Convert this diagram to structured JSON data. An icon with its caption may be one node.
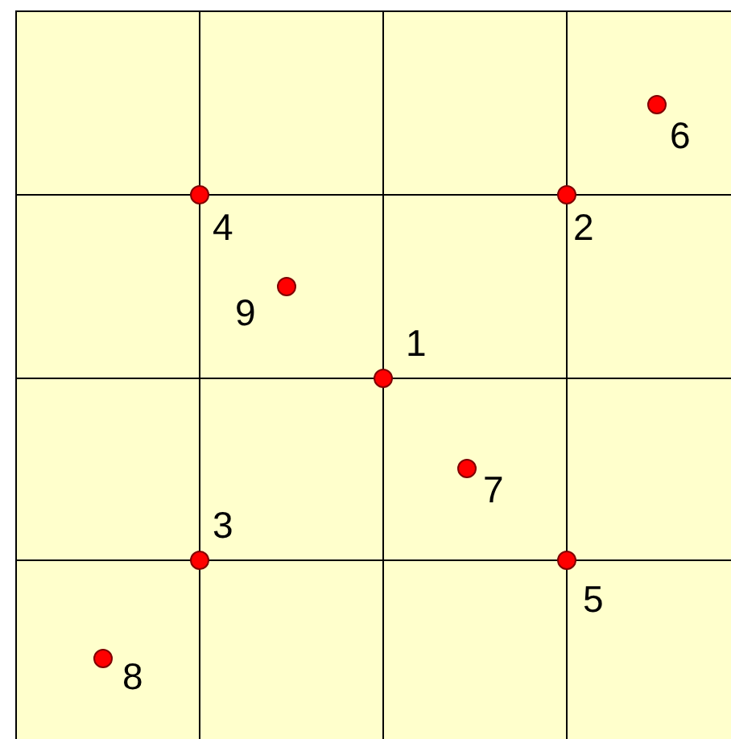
{
  "diagram": {
    "nodes": [
      {
        "text": [],
        "shape": "circle",
        "beside": [
          "1"
        ]
      },
      {
        "text": [],
        "shape": "circle",
        "beside": [
          "2"
        ]
      },
      {
        "text": [],
        "shape": "circle",
        "beside": [
          "3"
        ]
      },
      {
        "text": [],
        "shape": "circle",
        "beside": [
          "4"
        ]
      },
      {
        "text": [],
        "shape": "circle",
        "beside": [
          "5"
        ]
      },
      {
        "text": [],
        "shape": "circle",
        "beside": [
          "6"
        ]
      },
      {
        "text": [],
        "shape": "circle",
        "beside": [
          "7"
        ]
      },
      {
        "text": [],
        "shape": "circle",
        "beside": [
          "8"
        ]
      },
      {
        "text": [],
        "shape": "circle",
        "beside": [
          "9"
        ]
      }
    ]
  }
}
